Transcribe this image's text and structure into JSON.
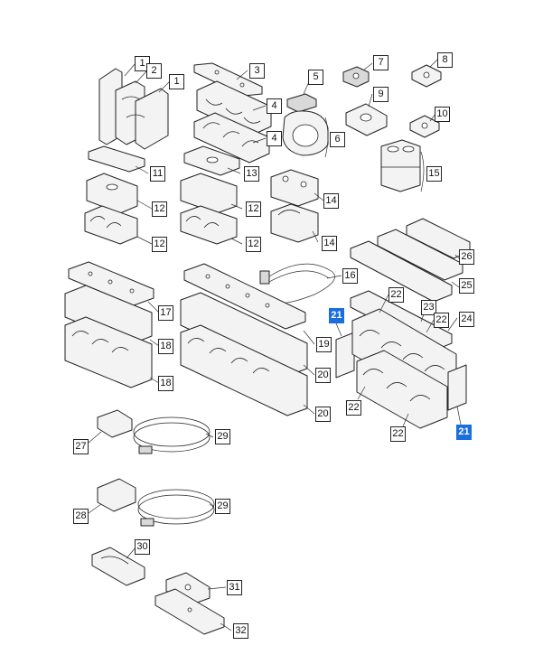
{
  "highlight_color": "#1a6fe0",
  "callouts": {
    "c1a": "1",
    "c2": "2",
    "c1b": "1",
    "c3": "3",
    "c4a": "4",
    "c4b": "4",
    "c5": "5",
    "c6": "6",
    "c7": "7",
    "c8": "8",
    "c9": "9",
    "c10": "10",
    "c11": "11",
    "c12a": "12",
    "c12b": "12",
    "c13": "13",
    "c12c": "12",
    "c12d": "12",
    "c14a": "14",
    "c14b": "14",
    "c15": "15",
    "c16": "16",
    "c17": "17",
    "c18a": "18",
    "c18b": "18",
    "c19": "19",
    "c20a": "20",
    "c20b": "20",
    "c21a": "21",
    "c21b": "21",
    "c22a": "22",
    "c22b": "22",
    "c22c": "22",
    "c22d": "22",
    "c23": "23",
    "c24": "24",
    "c25": "25",
    "c26": "26",
    "c27": "27",
    "c28": "28",
    "c29a": "29",
    "c29b": "29",
    "c30": "30",
    "c31": "31",
    "c32": "32"
  }
}
